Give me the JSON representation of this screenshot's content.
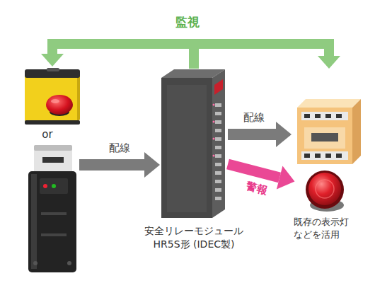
{
  "diagram": {
    "nodes": [
      {
        "text": []
      },
      {
        "text": []
      },
      {
        "text": [
          "安全リレーモジュール HR5S形 (IDEC製)"
        ]
      },
      {
        "text": []
      },
      {
        "text": [
          "既存の表示灯 などを活用"
        ]
      }
    ],
    "edges": [
      {
        "from": 1,
        "to": 2,
        "label": "配線",
        "arrow": "to"
      },
      {
        "from": 2,
        "to": 3,
        "label": "配線",
        "arrow": "to"
      },
      {
        "from": 2,
        "to": 4,
        "label": "警報",
        "arrow": "to"
      },
      {
        "from": 2,
        "to": 0,
        "arrow": "to"
      },
      {
        "from": 2,
        "to": 3,
        "arrow": "to"
      }
    ],
    "labels": [
      "監視",
      "or"
    ]
  }
}
